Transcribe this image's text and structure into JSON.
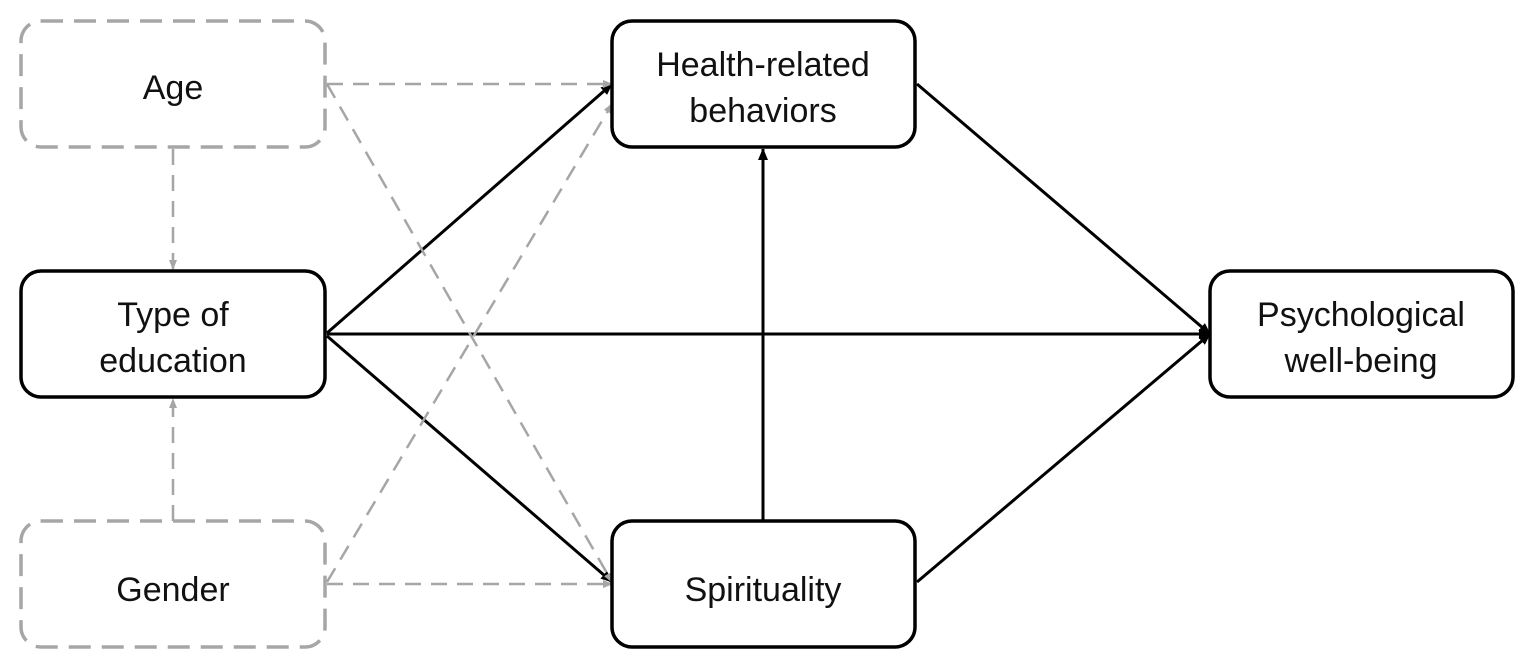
{
  "colors": {
    "solid_stroke": "#000000",
    "dashed_stroke": "#a6a6a6",
    "background": "#ffffff",
    "text": "#111111"
  },
  "nodes": {
    "age": {
      "lines": [
        "Age"
      ],
      "style": "dashed"
    },
    "type_of_education": {
      "lines": [
        "Type of",
        "education"
      ],
      "style": "solid"
    },
    "gender": {
      "lines": [
        "Gender"
      ],
      "style": "dashed"
    },
    "health_related_behaviors": {
      "lines": [
        "Health-related",
        "behaviors"
      ],
      "style": "solid"
    },
    "spirituality": {
      "lines": [
        "Spirituality"
      ],
      "style": "solid"
    },
    "psychological_well_being": {
      "lines": [
        "Psychological",
        "well-being"
      ],
      "style": "solid"
    }
  },
  "edges": [
    {
      "from": "type_of_education",
      "to": "health_related_behaviors",
      "style": "solid"
    },
    {
      "from": "type_of_education",
      "to": "psychological_well_being",
      "style": "solid"
    },
    {
      "from": "type_of_education",
      "to": "spirituality",
      "style": "solid"
    },
    {
      "from": "spirituality",
      "to": "health_related_behaviors",
      "style": "solid"
    },
    {
      "from": "health_related_behaviors",
      "to": "psychological_well_being",
      "style": "solid"
    },
    {
      "from": "spirituality",
      "to": "psychological_well_being",
      "style": "solid"
    },
    {
      "from": "age",
      "to": "health_related_behaviors",
      "style": "dashed"
    },
    {
      "from": "age",
      "to": "spirituality",
      "style": "dashed"
    },
    {
      "from": "age",
      "to": "type_of_education",
      "style": "dashed"
    },
    {
      "from": "gender",
      "to": "type_of_education",
      "style": "dashed"
    },
    {
      "from": "gender",
      "to": "health_related_behaviors",
      "style": "dashed"
    },
    {
      "from": "gender",
      "to": "spirituality",
      "style": "dashed"
    }
  ]
}
